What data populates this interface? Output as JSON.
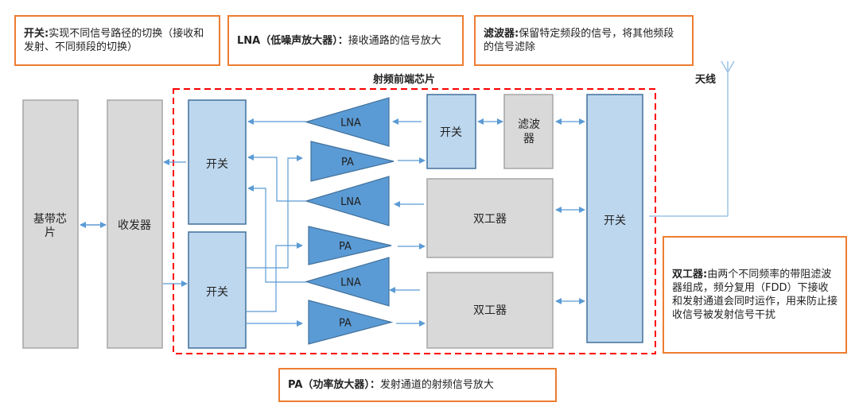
{
  "notes": {
    "switch": {
      "term": "开关:",
      "desc": "实现不同信号路径的切换（接收和发射、不同频段的切换）"
    },
    "lna": {
      "term": "LNA（低噪声放大器）：",
      "desc": "接收通路的信号放大"
    },
    "filter": {
      "term": "滤波器:",
      "desc": "保留特定频段的信号，将其他频段的信号滤除"
    },
    "duplexer": {
      "term": "双工器:",
      "desc": "由两个不同频率的带阻滤波器组成，频分复用（FDD）下接收和发射通道会同时运作，用来防止接收信号被发射信号干扰"
    },
    "pa": {
      "term": "PA（功率放大器）：",
      "desc": "发射通道的射频信号放大"
    }
  },
  "labels": {
    "rf_frontend_chip": "射频前端芯片",
    "antenna": "天线"
  },
  "blocks": {
    "baseband": "基带芯片",
    "transceiver": "收发器",
    "switch_upper": "开关",
    "switch_lower": "开关",
    "switch_small": "开关",
    "filter": "滤波器",
    "duplexer_1": "双工器",
    "duplexer_2": "双工器",
    "switch_main": "开关"
  },
  "amplifiers": [
    "LNA",
    "PA",
    "LNA",
    "PA",
    "LNA",
    "PA"
  ],
  "colors": {
    "accent_orange": "#ED7D31",
    "chip_border_red": "#FF0000",
    "switch_fill": "#BDD7EE",
    "switch_stroke": "#41719C",
    "amp_fill": "#5B9BD5",
    "gray_fill": "#D9D9D9",
    "gray_stroke": "#A6A6A6",
    "line_blue": "#5B9BD5"
  }
}
